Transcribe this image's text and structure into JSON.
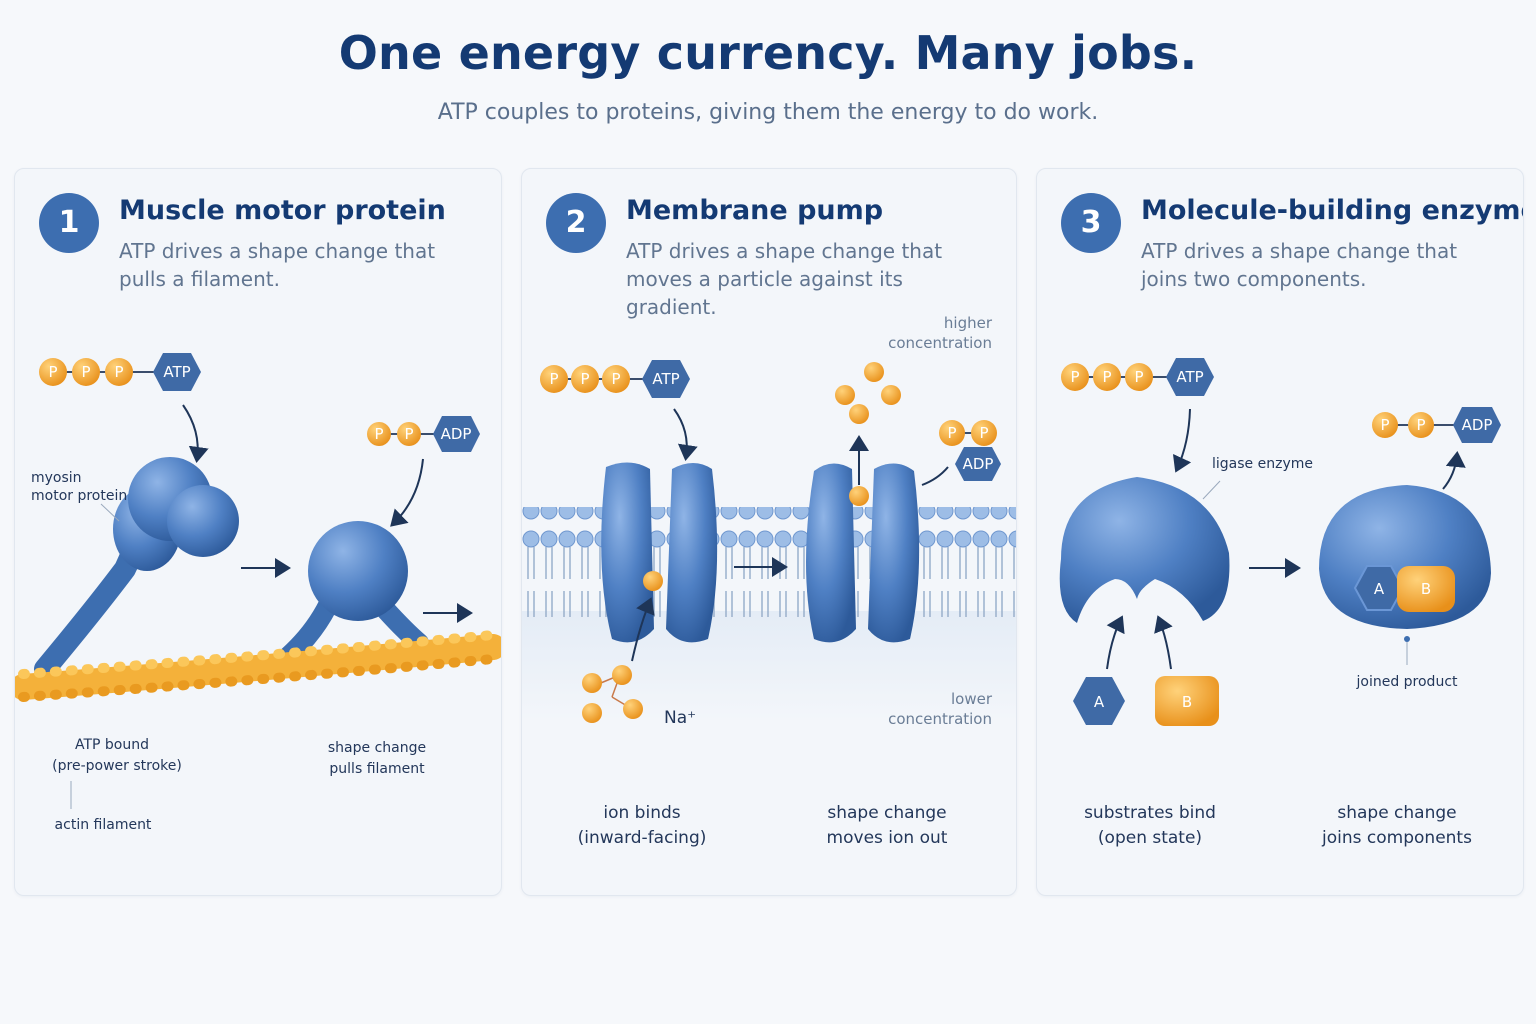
{
  "header": {
    "title": "One energy currency. Many jobs.",
    "subtitle": "ATP couples to proteins, giving them the energy to do work."
  },
  "colors": {
    "protein": "#3d6eb0",
    "phosphate": "#f0a030",
    "atp_badge": "#3f6aa6",
    "title": "#143a73"
  },
  "chips": {
    "p": "P",
    "atp": "ATP",
    "adp": "ADP",
    "a": "A",
    "b": "B"
  },
  "panels": [
    {
      "number": "1",
      "title": "Muscle motor protein",
      "description_lines": [
        "ATP drives a shape change that",
        "pulls a filament."
      ],
      "labels": {
        "protein": [
          "myosin",
          "motor protein"
        ],
        "step1": [
          "ATP bound",
          "(pre-power stroke)"
        ],
        "filament": "actin filament",
        "step2": [
          "shape change",
          "pulls filament"
        ]
      }
    },
    {
      "number": "2",
      "title": "Membrane pump",
      "description_lines": [
        "ATP drives a shape change that",
        "moves a particle against its",
        "gradient."
      ],
      "labels": {
        "higher": [
          "higher",
          "concentration"
        ],
        "lower": [
          "lower",
          "concentration"
        ],
        "ion": "Na⁺",
        "step1": [
          "ion binds",
          "(inward-facing)"
        ],
        "step2": [
          "shape change",
          "moves ion out"
        ]
      }
    },
    {
      "number": "3",
      "title": "Molecule-building enzyme",
      "description_lines": [
        "ATP drives a shape change that",
        "joins two components."
      ],
      "labels": {
        "enzyme": "ligase enzyme",
        "product": "joined product",
        "step1": [
          "substrates bind",
          "(open state)"
        ],
        "step2": [
          "shape change",
          "joins components"
        ]
      }
    }
  ]
}
